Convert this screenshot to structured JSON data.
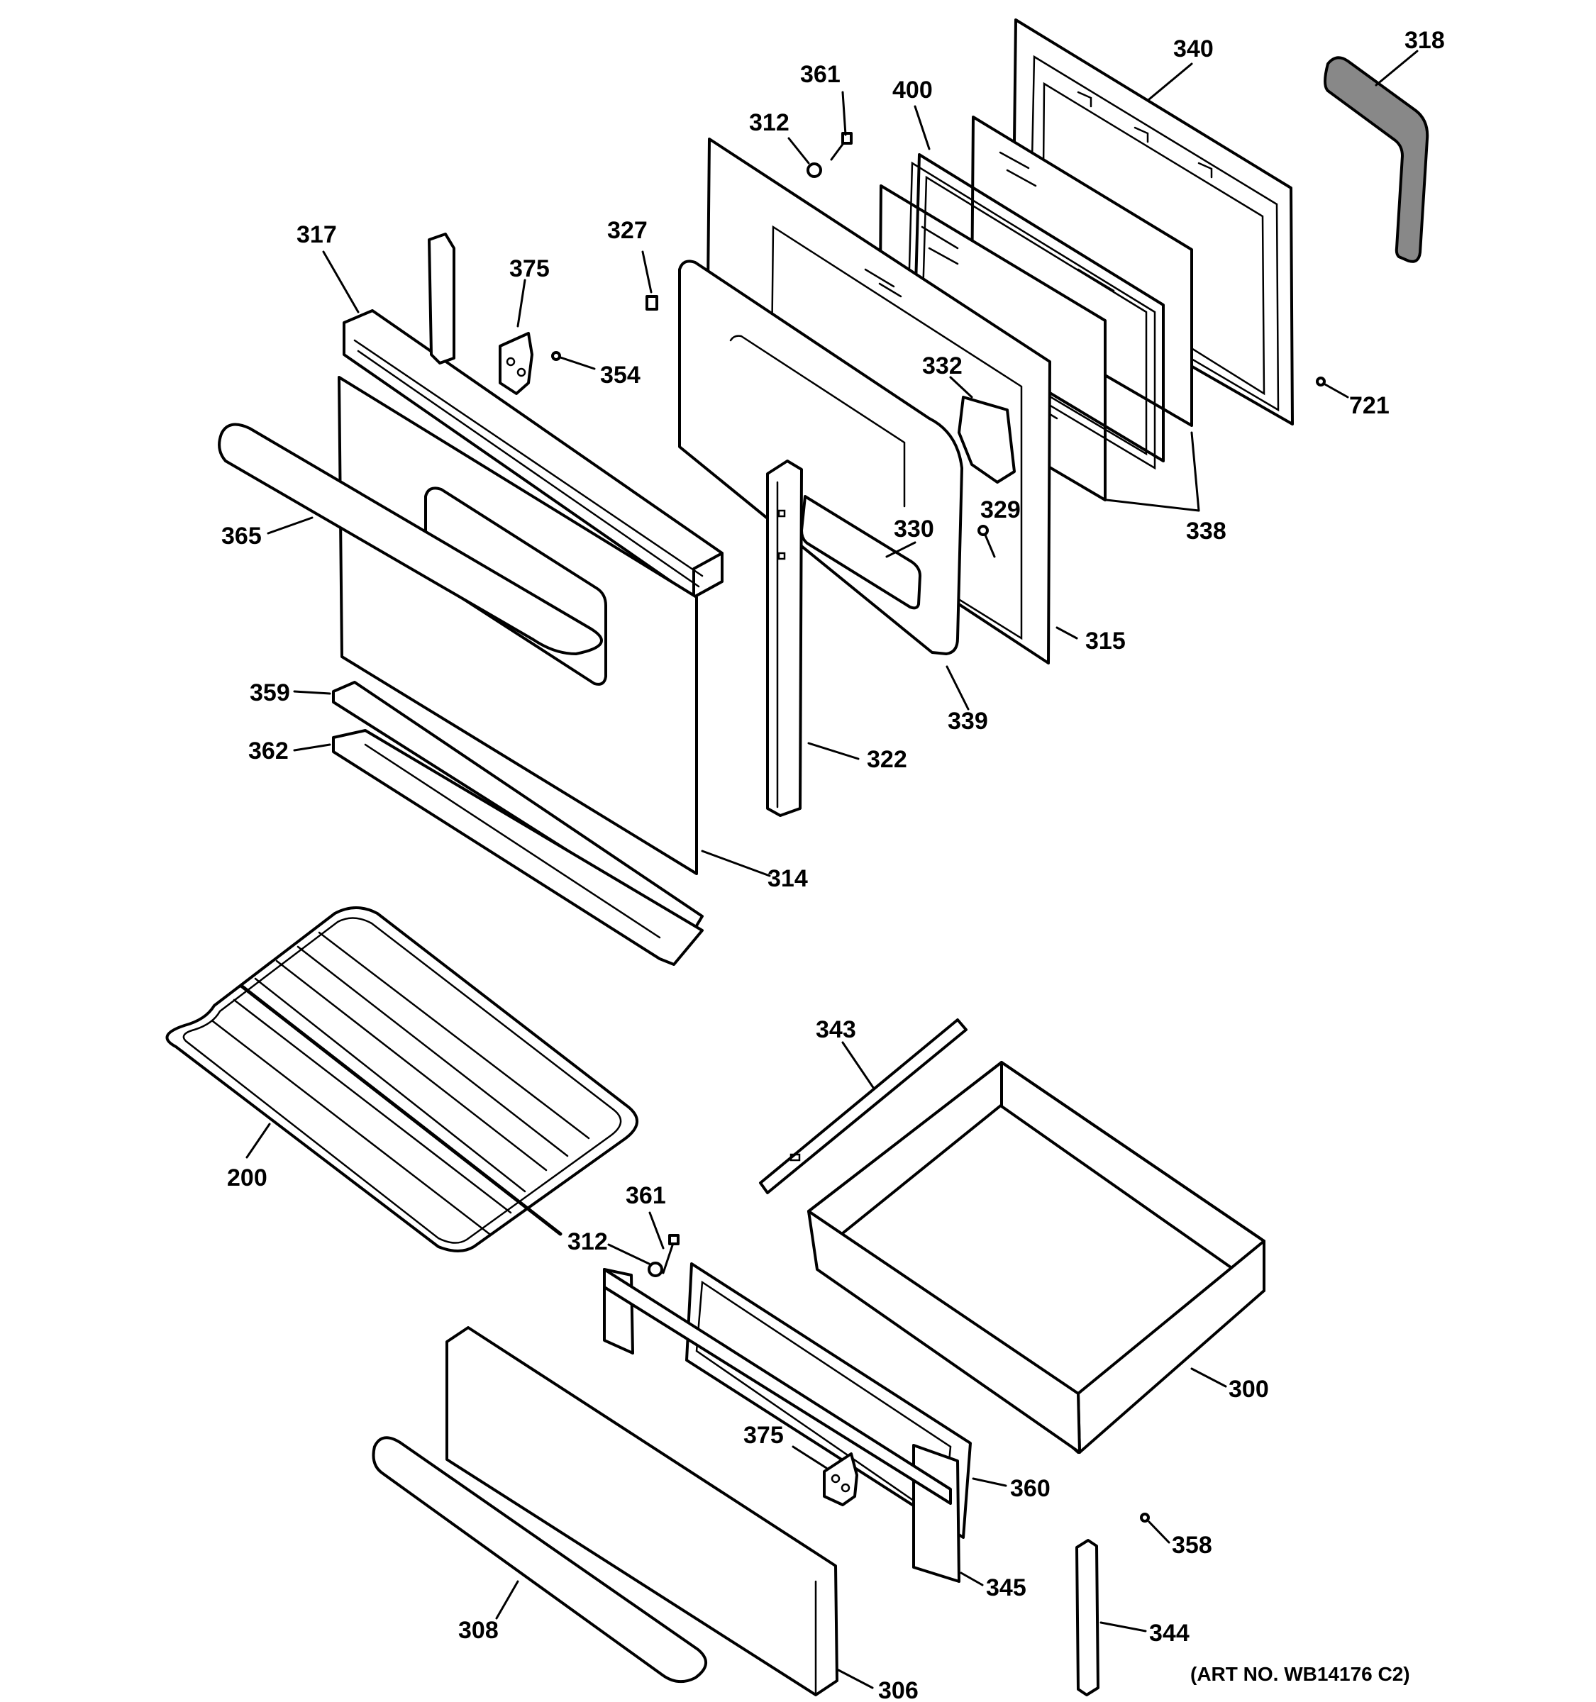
{
  "art_number": "(ART NO. WB14176 C2)",
  "callouts": {
    "c318": "318",
    "c340": "340",
    "c361a": "361",
    "c400": "400",
    "c312a": "312",
    "c327": "327",
    "c317": "317",
    "c375a": "375",
    "c354": "354",
    "c721": "721",
    "c332": "332",
    "c365": "365",
    "c330": "330",
    "c329": "329",
    "c338": "338",
    "c315": "315",
    "c359": "359",
    "c339": "339",
    "c362": "362",
    "c322": "322",
    "c314": "314",
    "c343": "343",
    "c200": "200",
    "c361b": "361",
    "c312b": "312",
    "c300": "300",
    "c375b": "375",
    "c360": "360",
    "c358": "358",
    "c345": "345",
    "c308": "308",
    "c344": "344",
    "c306": "306"
  }
}
